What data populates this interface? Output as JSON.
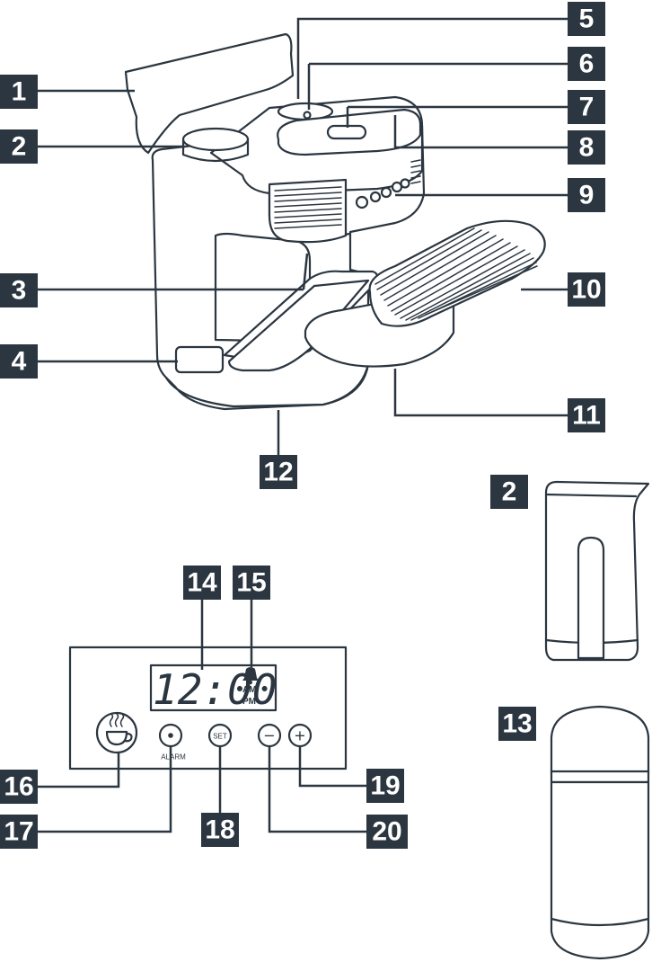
{
  "callouts": {
    "c1": "1",
    "c2": "2",
    "c2b": "2",
    "c3": "3",
    "c4": "4",
    "c5": "5",
    "c6": "6",
    "c7": "7",
    "c8": "8",
    "c9": "9",
    "c10": "10",
    "c11": "11",
    "c12": "12",
    "c13": "13",
    "c14": "14",
    "c15": "15",
    "c16": "16",
    "c17": "17",
    "c18": "18",
    "c19": "19",
    "c20": "20"
  },
  "control_panel": {
    "clock_time": "12:00",
    "am_label": "AM",
    "pm_label": "PM",
    "alarm_label": "ALARM",
    "set_label": "SET",
    "minus_symbol": "−",
    "plus_symbol": "+"
  },
  "icons": [
    "alarm-bell-icon",
    "brew-cup-icon",
    "alarm-dot-icon"
  ],
  "colors": {
    "callout_fill": "#2b3640",
    "callout_text": "#ffffff",
    "line": "#2b3640"
  }
}
